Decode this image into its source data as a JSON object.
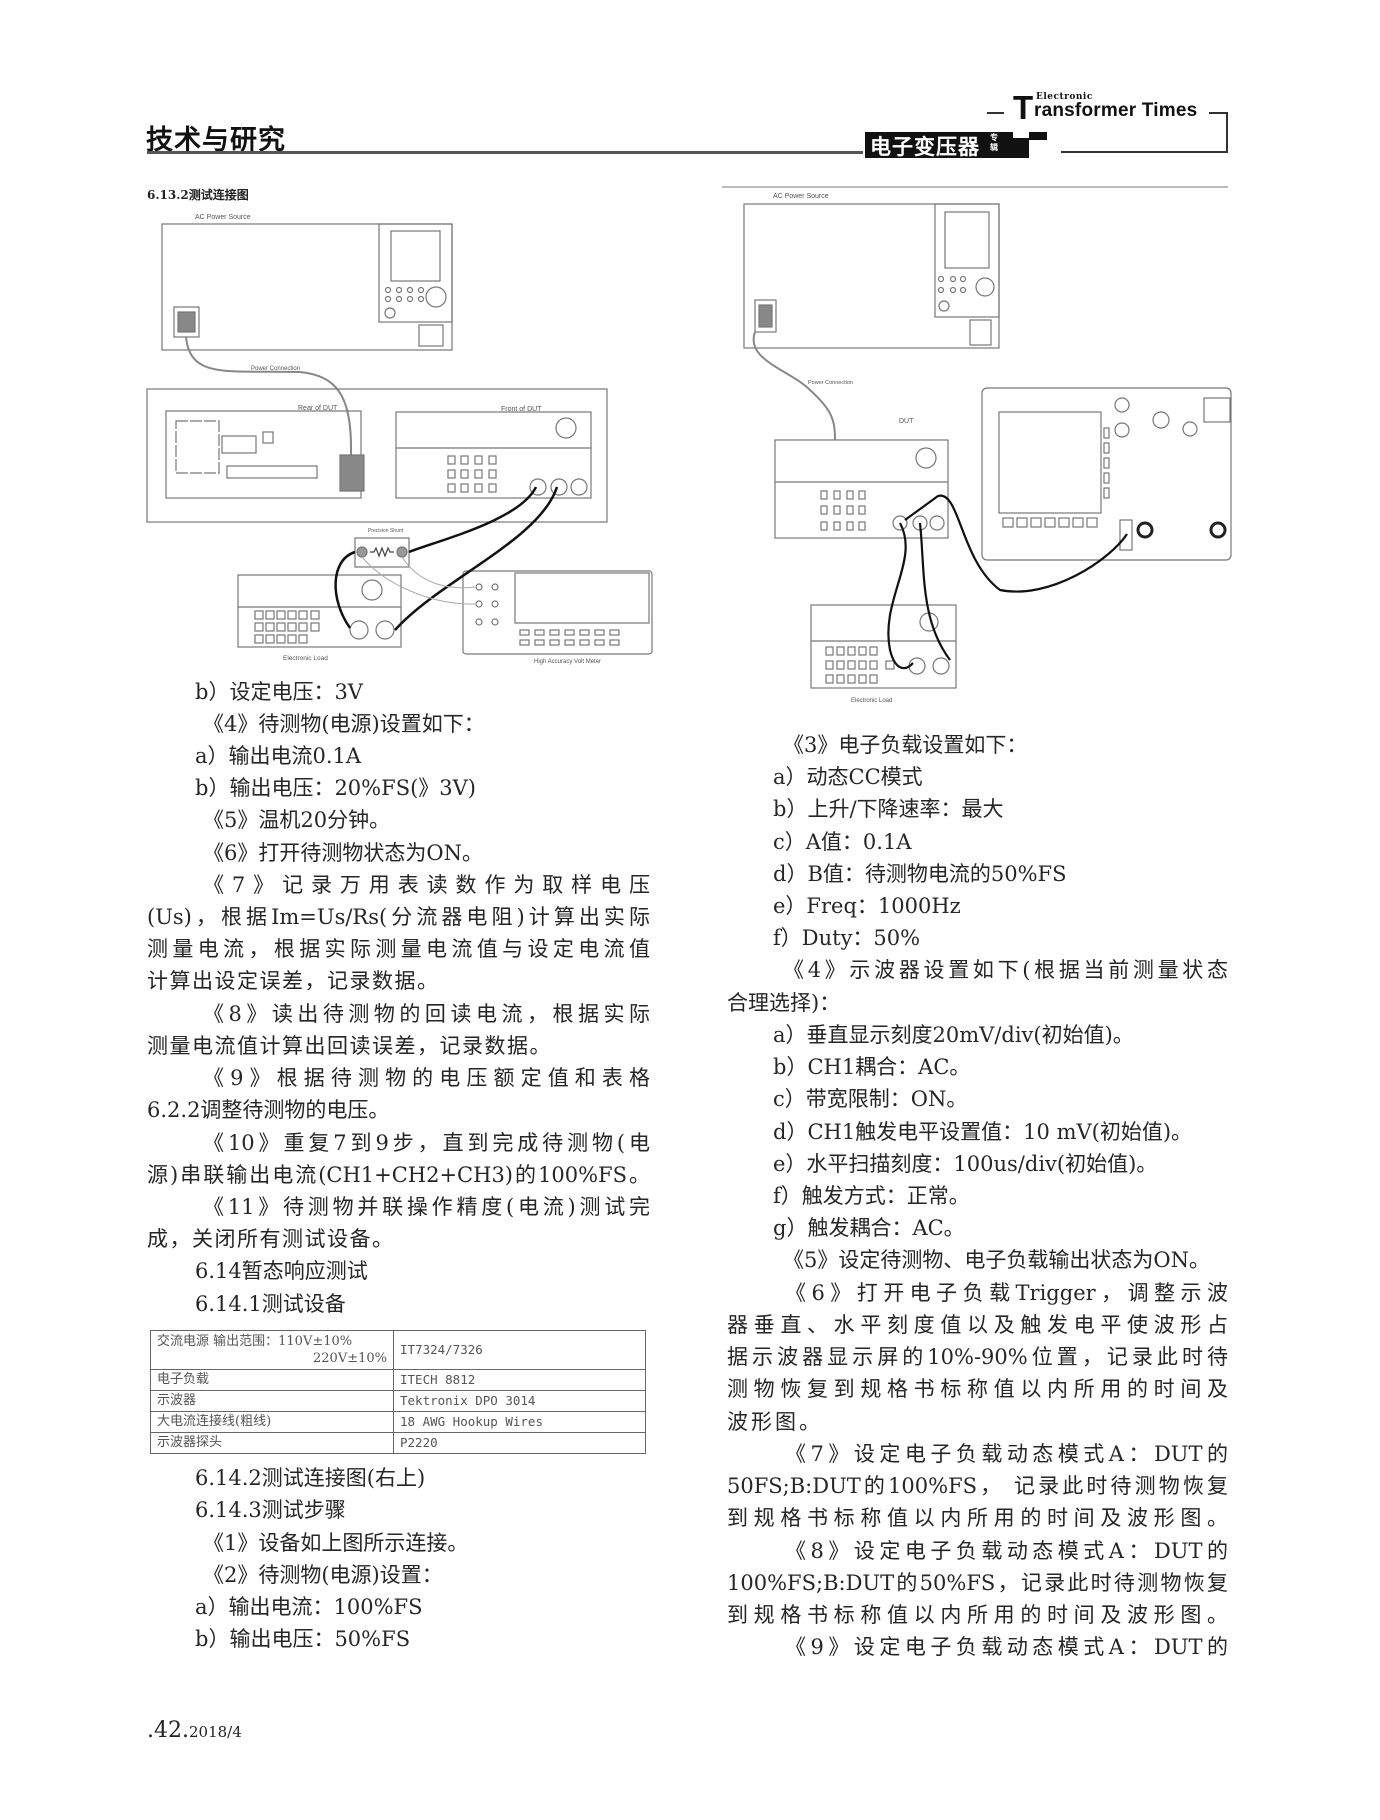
{
  "header": {
    "section_title": "技术与研究",
    "journal_cn": "电子变压器",
    "journal_cn_small": "专辑",
    "journal_en_T": "T",
    "journal_en_small": "Electronic",
    "journal_en_rest": "ransformer Times"
  },
  "figure_left": {
    "caption": "6.13.2测试连接图",
    "labels": {
      "ac_source": "AC Power Source",
      "power_connection": "Power Connection",
      "rear_dut": "Rear of DUT",
      "front_dut": "Front of DUT",
      "shunt": "Precision Shunt",
      "electronic_load": "Electronic Load",
      "volt_meter": "High Accuracy Volt Meter"
    }
  },
  "figure_right": {
    "labels": {
      "ac_source": "AC Power Source",
      "power_connection": "Power Connection",
      "dut": "DUT",
      "electronic_load": "Electronic Load"
    }
  },
  "left_column": {
    "lines": [
      "b）设定电压：3V",
      "《4》待测物(电源)设置如下：",
      "a）输出电流0.1A",
      "b）输出电压：20%FS(》3V)",
      "《5》温机20分钟。",
      "《6》打开待测物状态为ON。",
      "《7》记录万用表读数作为取样电压",
      "(Us)，根据Im=Us/Rs(分流器电阻)计算出实际",
      "测量电流，根据实际测量电流值与设定电流值",
      "计算出设定误差，记录数据。",
      "《8》读出待测物的回读电流，根据实际",
      "测量电流值计算出回读误差，记录数据。",
      "《9》根据待测物的电压额定值和表格",
      "6.2.2调整待测物的电压。",
      "《10》重复7到9步，直到完成待测物(电",
      "源)串联输出电流(CH1+CH2+CH3)的100%FS。",
      "《11》待测物并联操作精度(电流)测试完",
      "成，关闭所有测试设备。",
      "6.14暂态响应测试",
      "6.14.1测试设备"
    ],
    "lines_after_table": [
      "6.14.2测试连接图(右上)",
      "6.14.3测试步骤",
      "《1》设备如上图所示连接。",
      "《2》待测物(电源)设置：",
      "a）输出电流：100%FS",
      "b）输出电压：50%FS"
    ]
  },
  "equipment_table": {
    "rows": [
      {
        "item": "交流电源 输出范围：110V±10%",
        "item_line2": "220V±10%",
        "model": "IT7324/7326"
      },
      {
        "item": "电子负载",
        "model": "ITECH 8812"
      },
      {
        "item": "示波器",
        "model": "Tektronix DPO 3014"
      },
      {
        "item": "大电流连接线(粗线)",
        "model": "18 AWG Hookup Wires"
      },
      {
        "item": "示波器探头",
        "model": "P2220"
      }
    ]
  },
  "right_column": {
    "lines": [
      "《3》电子负载设置如下：",
      "a）动态CC模式",
      "b）上升/下降速率：最大",
      "c）A值：0.1A",
      "d）B值：待测物电流的50%FS",
      "e）Freq：1000Hz",
      "f）Duty：50%",
      "《4》示波器设置如下(根据当前测量状态",
      "合理选择)：",
      "a）垂直显示刻度20mV/div(初始值)。",
      "b）CH1耦合：AC。",
      "c）带宽限制：ON。",
      "d）CH1触发电平设置值：10 mV(初始值)。",
      "e）水平扫描刻度：100us/div(初始值)。",
      "f）触发方式：正常。",
      "g）触发耦合：AC。",
      "《5》设定待测物、电子负载输出状态为ON。",
      "《6》打开电子负载Trigger，调整示波",
      "器垂直、水平刻度值以及触发电平使波形占",
      "据示波器显示屏的10%-90%位置，记录此时待",
      "测物恢复到规格书标称值以内所用的时间及",
      "波形图。",
      "《7》设定电子负载动态模式A：DUT的",
      "50FS;B:DUT的100%FS， 记录此时待测物恢复",
      "到规格书标称值以内所用的时间及波形图。",
      "《8》设定电子负载动态模式A：DUT的",
      "100%FS;B:DUT的50%FS，记录此时待测物恢复",
      "到规格书标称值以内所用的时间及波形图。",
      "《9》设定电子负载动态模式A：DUT的"
    ]
  },
  "footer": {
    "page_number": ".42.",
    "issue": "2018/4"
  }
}
